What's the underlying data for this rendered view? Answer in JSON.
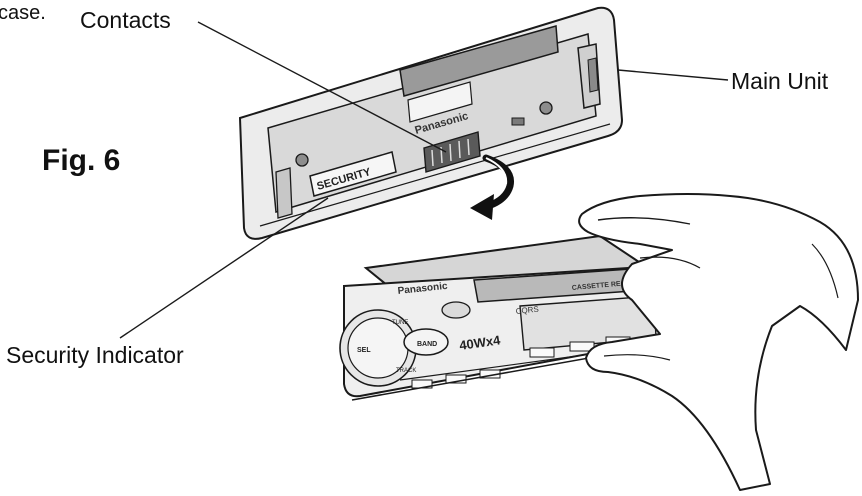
{
  "labels": {
    "case_fragment": "case.",
    "contacts": "Contacts",
    "main_unit": "Main Unit",
    "figure": "Fig. 6",
    "security_indicator": "Security Indicator"
  },
  "unit_markings": {
    "brand_main": "Panasonic",
    "security": "SECURITY",
    "brand_panel": "Panasonic",
    "cassette_receiver": "CASSETTE RECEIVER",
    "power": "40Wx4",
    "band": "BAND",
    "sel": "SEL",
    "tune": "TUNE",
    "track": "TRACK",
    "ch_logo": "CQRS"
  },
  "colors": {
    "line": "#1a1a1a",
    "body_fill": "#e9e9e9",
    "shade": "#bdbdbd",
    "dark": "#4a4a4a"
  }
}
